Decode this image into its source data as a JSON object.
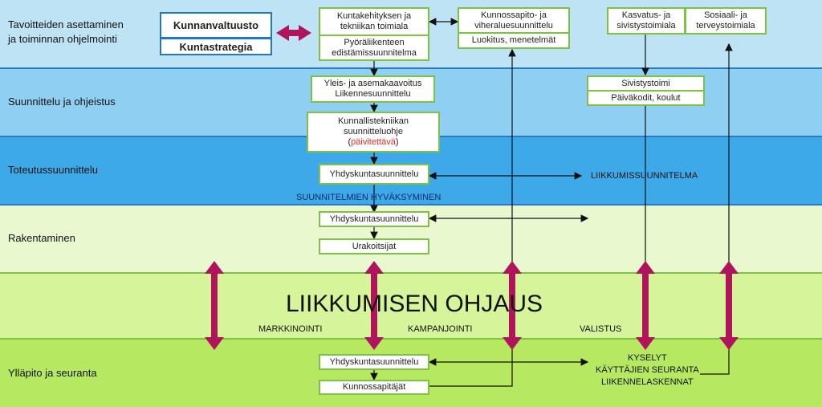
{
  "colors": {
    "band1": "#bde3f5",
    "band2": "#8fd0f2",
    "band3": "#3ea9e8",
    "band4": "#e9f8cf",
    "band5": "#d6f59a",
    "band6": "#b7e861",
    "box_border": "#7dc242",
    "box_border_blue": "#1f77c9",
    "arrow": "#b0155b",
    "highlight": "#e0302a"
  },
  "bands": [
    {
      "label_line1": "Tavoitteiden asettaminen",
      "label_line2": "ja toiminnan ohjelmointi"
    },
    {
      "label_line1": "Suunnittelu ja ohjeistus",
      "label_line2": ""
    },
    {
      "label_line1": "Toteutussuunnittelu",
      "label_line2": ""
    },
    {
      "label_line1": "Rakentaminen",
      "label_line2": ""
    },
    {
      "label_line1": "",
      "label_line2": ""
    },
    {
      "label_line1": "Ylläpito ja seuranta",
      "label_line2": ""
    }
  ],
  "boxes": {
    "kunnanvaltuusto": "Kunnanvaltuusto",
    "kuntastrategia": "Kuntastrategia",
    "kuntakehitys_l1": "Kuntakehityksen ja",
    "kuntakehitys_l2": "tekniikan toimiala",
    "pyora_l1": "Pyöräliikenteen",
    "pyora_l2": "edistämissuunnitelma",
    "kunnossapito_l1": "Kunnossapito- ja",
    "kunnossapito_l2": "viheraluesuunnittelu",
    "luokitus": "Luokitus, menetelmät",
    "kasvatus_l1": "Kasvatus- ja",
    "kasvatus_l2": "sivistystoimiala",
    "sosiaali_l1": "Sosiaali- ja",
    "sosiaali_l2": "terveystoimiala",
    "yleis_l1": "Yleis- ja asemakaavoitus",
    "yleis_l2": "Liikennesuunnittelu",
    "kunnallis_l1": "Kunnallistekniikan",
    "kunnallis_l2": "suunnitteluohje",
    "kunnallis_l3_pre": "(",
    "kunnallis_l3_red": "päivitettävä",
    "kunnallis_l3_post": ")",
    "sivistystoimi": "Sivistystoimi",
    "paivakodit": "Päiväkodit, koulut",
    "yhdyskunta1": "Yhdyskuntasuunnittelu",
    "yhdyskunta2": "Yhdyskuntasuunnittelu",
    "urakoitsijat": "Urakoitsijat",
    "yhdyskunta3": "Yhdyskuntasuunnittelu",
    "kunnossapitajat": "Kunnossapitäjät"
  },
  "texts": {
    "liikkumissuunnitelma": "LIIKKUMISSUUNNITELMA",
    "hyvaksyminen": "SUUNNITELMIEN HYVÄKSYMINEN",
    "headline": "LIIKKUMISEN OHJAUS",
    "markkinointi": "MARKKINOINTI",
    "kampanjointi": "KAMPANJOINTI",
    "valistus": "VALISTUS",
    "kyselyt": "KYSELYT",
    "kayttajien": "KÄYTTÄJIEN SEURANTA",
    "liikennelaskennat": "LIIKENNELASKENNAT"
  }
}
